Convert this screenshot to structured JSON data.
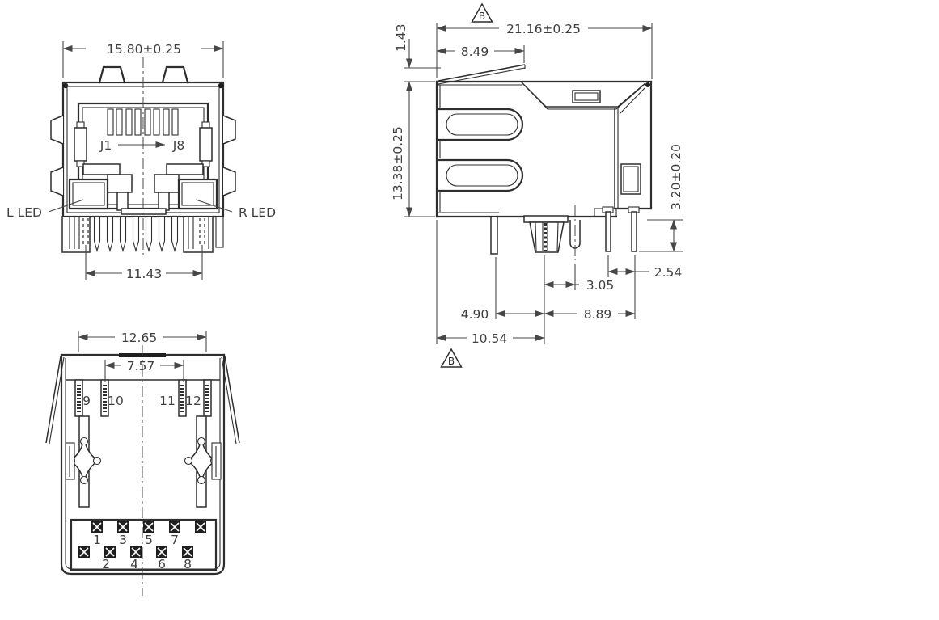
{
  "page": {
    "background": "#ffffff"
  },
  "drawing": {
    "line_color": "#2e2e2e",
    "text_color": "#3f3f3f",
    "front_view": {
      "dim_shield_width": "15.80±0.25",
      "dim_pin_span": "11.43",
      "contact_first": "J1",
      "contact_last": "J8",
      "led_left": "L LED",
      "led_right": "R LED"
    },
    "side_view": {
      "dim_depth": "21.16±0.25",
      "dim_tab_length": "8.49",
      "dim_tab_height": "1.43",
      "dim_body_height": "13.38±0.25",
      "dim_pin_length": "3.20±0.20",
      "dim_led_pin_pitch": "2.54",
      "dim_shield_pin_offset": "3.05",
      "dim_back_row": "8.89",
      "dim_front_row": "4.90",
      "dim_total_offset": "10.54",
      "rev_mark_top": "B",
      "rev_mark_bottom": "B"
    },
    "bottom_view": {
      "dim_outer_pins": "12.65",
      "dim_inner_pins": "7.57",
      "led_pin_labels": [
        "9",
        "10",
        "11",
        "12"
      ],
      "pad_labels_odd": [
        "1",
        "3",
        "5",
        "7"
      ],
      "pad_labels_even": [
        "2",
        "4",
        "6",
        "8"
      ]
    }
  }
}
